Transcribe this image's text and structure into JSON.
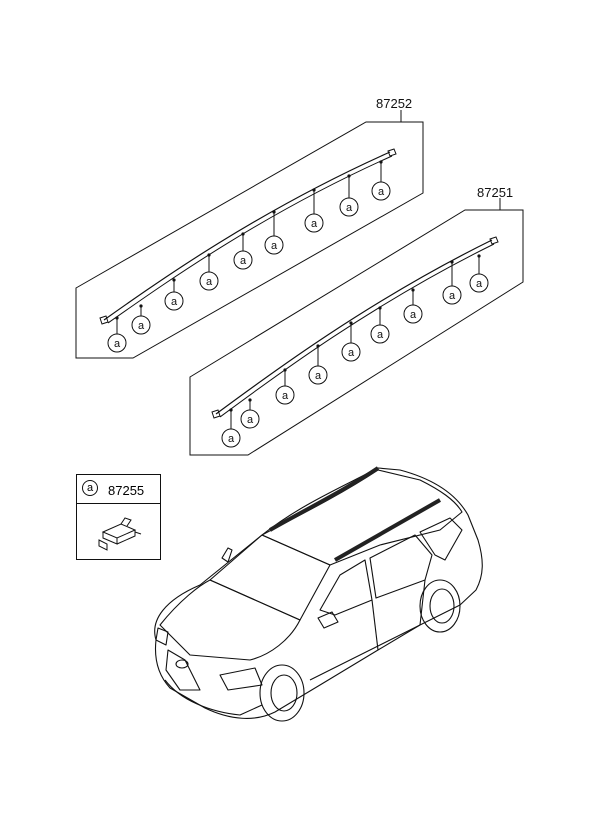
{
  "parts": {
    "rear_rail": "87252",
    "front_rail": "87251",
    "clip": "87255"
  },
  "clip_symbol": "a",
  "colors": {
    "line": "#111111",
    "background": "#ffffff",
    "rail_dark": "#222222"
  }
}
